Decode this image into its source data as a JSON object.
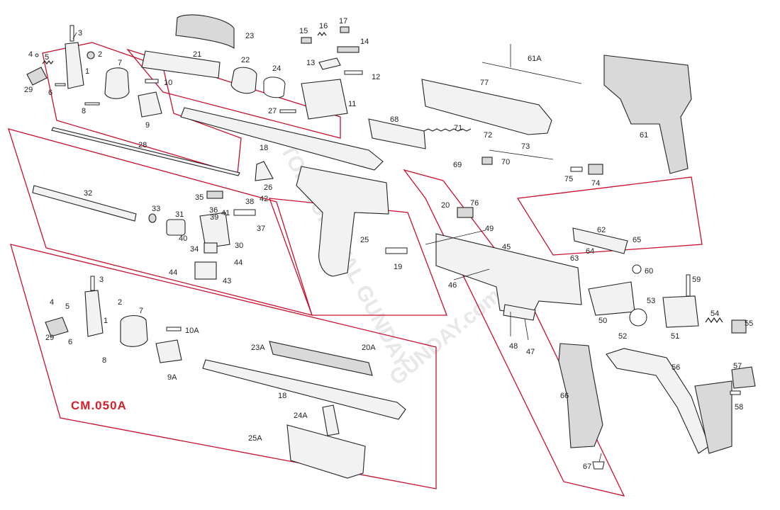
{
  "diagram": {
    "model_code": "CM.050A",
    "watermark_text": "TOP SURVIVAL GUNDAY",
    "watermark_text_2": "GUNDAY.com",
    "accent_color": "#c8102e",
    "part_labels": [
      "1",
      "2",
      "3",
      "4",
      "5",
      "6",
      "7",
      "8",
      "9",
      "9A",
      "10",
      "10A",
      "11",
      "12",
      "13",
      "14",
      "15",
      "16",
      "17",
      "18",
      "19",
      "20",
      "20A",
      "21",
      "22",
      "23",
      "23A",
      "24",
      "24A",
      "25",
      "25A",
      "26",
      "27",
      "28",
      "29",
      "30",
      "31",
      "32",
      "33",
      "34",
      "35",
      "36",
      "37",
      "38",
      "39",
      "40",
      "41",
      "42",
      "43",
      "44",
      "45",
      "46",
      "47",
      "48",
      "49",
      "50",
      "51",
      "52",
      "53",
      "54",
      "55",
      "56",
      "57",
      "58",
      "59",
      "60",
      "61",
      "61A",
      "62",
      "63",
      "64",
      "65",
      "66",
      "67",
      "68",
      "69",
      "70",
      "71",
      "72",
      "73",
      "74",
      "75",
      "76",
      "77"
    ]
  }
}
